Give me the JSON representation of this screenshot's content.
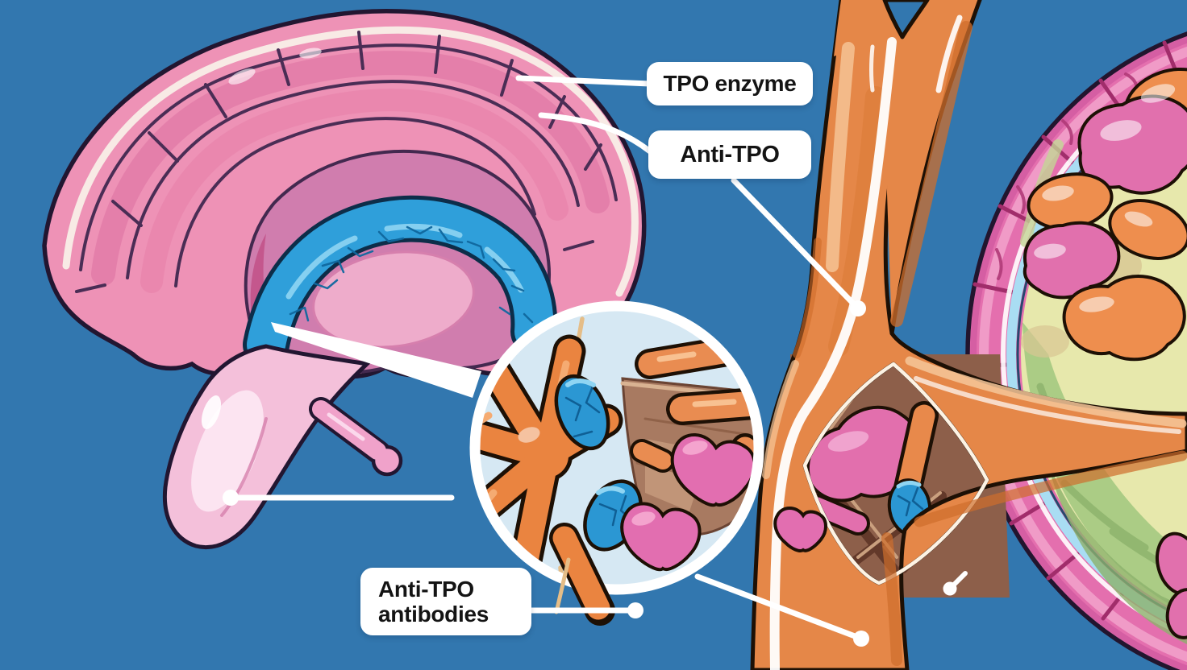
{
  "labels": {
    "tpo_enzyme": "TPO enzyme",
    "anti_tpo": "Anti-TPO",
    "anti_tpo_antibodies_line1": "Anti-TPO",
    "anti_tpo_antibodies_line2": "antibodies"
  },
  "palette": {
    "background_blue": "#3277af",
    "label_background": "#ffffff",
    "label_text": "#141414",
    "brain_cortex_pink": "#ee92b6",
    "corpus_callosum_blue": "#2f9fda",
    "brainstem_pink": "#f4c0da",
    "vessel_orange": "#e58748",
    "follicle_wall_pink": "#e46fae",
    "follicle_ring_blue": "#a9ddf3",
    "colloid_yellow_green": "#e7e8ac",
    "antibody_pink": "#e26eb0",
    "tpo_enzyme_orange": "#ea8440",
    "tpo_blue_oval": "#2b97d3",
    "lens_interior_blue": "#d6e8f3",
    "leader_line_white": "#ffffff"
  }
}
